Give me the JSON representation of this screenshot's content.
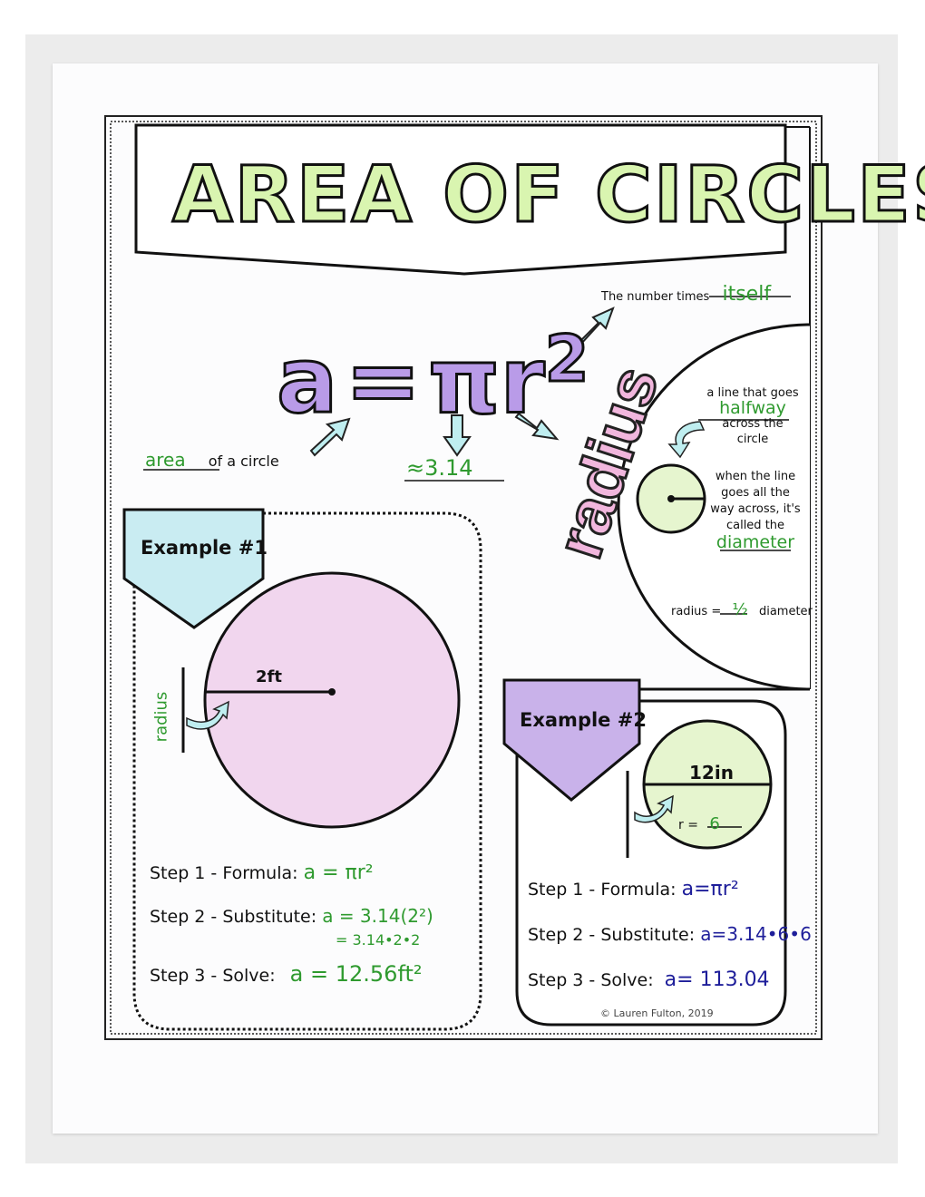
{
  "title": "AREA OF CIRCLES",
  "formula": {
    "lhs": "a",
    "eq": "=",
    "rhs": "πr",
    "exp": "2"
  },
  "exponent_note": {
    "prefix": "The number times",
    "answer": "itself"
  },
  "area_note": {
    "answer": "area",
    "suffix": "of a circle"
  },
  "pi_note": {
    "answer": "≈3.14"
  },
  "radius_panel": {
    "word": "radius",
    "def_line1": "a line that goes",
    "def_answer": "halfway",
    "def_line2": "across the",
    "def_line3": "circle",
    "diam_line1": "when the line",
    "diam_line2": "goes all the",
    "diam_line3": "way across, it's",
    "diam_line4": "called the",
    "diam_answer": "diameter",
    "rel_prefix": "radius =",
    "rel_answer": "½",
    "rel_suffix": "diameter"
  },
  "example1": {
    "label": "Example #1",
    "measure": "2ft",
    "side_label": "radius",
    "steps": [
      {
        "label": "Step 1 - Formula:",
        "work": "a = πr²"
      },
      {
        "label": "Step 2 - Substitute:",
        "work": "a = 3.14(2²)",
        "work2": "= 3.14•2•2"
      },
      {
        "label": "Step 3 - Solve:",
        "work": "a = 12.56ft²"
      }
    ],
    "colors": {
      "tag": "#c9ecf2",
      "circle": "#f1d6ee",
      "ink": "#2f9a2f"
    }
  },
  "example2": {
    "label": "Example #2",
    "measure": "12in",
    "r_prefix": "r =",
    "r_answer": "6",
    "steps": [
      {
        "label": "Step 1 - Formula:",
        "work": "a=πr²"
      },
      {
        "label": "Step 2 - Substitute:",
        "work": "a=3.14•6•6"
      },
      {
        "label": "Step 3 - Solve:",
        "work": "a= 113.04"
      }
    ],
    "colors": {
      "tag": "#c9b2ea",
      "circle": "#e6f5cf",
      "ink": "#1e1e9a"
    }
  },
  "copyright": "© Lauren Fulton, 2019",
  "colors": {
    "title_fill": "#d9f5b0",
    "formula_fill": "#b99be8",
    "radius_fill": "#f1b6dd",
    "arrow_fill": "#bfeef0"
  }
}
